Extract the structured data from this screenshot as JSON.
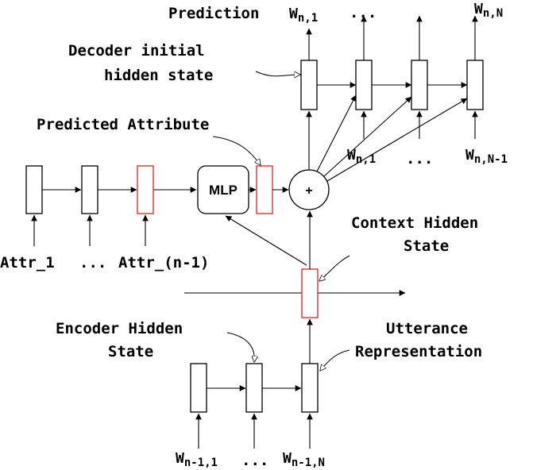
{
  "labels": {
    "prediction": "Prediction",
    "decoder_initial_line1": "Decoder initial",
    "decoder_initial_line2": "hidden state",
    "predicted_attribute": "Predicted Attribute",
    "context_hidden_line1": "Context Hidden",
    "context_hidden_line2": "State",
    "encoder_hidden_line1": "Encoder Hidden",
    "encoder_hidden_line2": "State",
    "utterance_line1": "Utterance",
    "utterance_line2": "Representation",
    "attr_1": "Attr_1",
    "attr_n_minus_1": "Attr_(n-1)",
    "dots": "...",
    "mlp": "MLP",
    "plus": "+"
  },
  "tokens": {
    "out_first": {
      "main": "W",
      "sub": "n,1"
    },
    "out_last": {
      "main": "W",
      "sub": "n,N"
    },
    "dec_in_first": {
      "main": "W",
      "sub": "n,1"
    },
    "dec_in_last": {
      "main": "W",
      "sub": "n,N-1"
    },
    "enc_in_first": {
      "main": "W",
      "sub": "n-1,1"
    },
    "enc_in_last": {
      "main": "W",
      "sub": "n-1,N"
    }
  },
  "colors": {
    "line": "#000000",
    "highlight": "#d22222",
    "background": "#ffffff"
  }
}
